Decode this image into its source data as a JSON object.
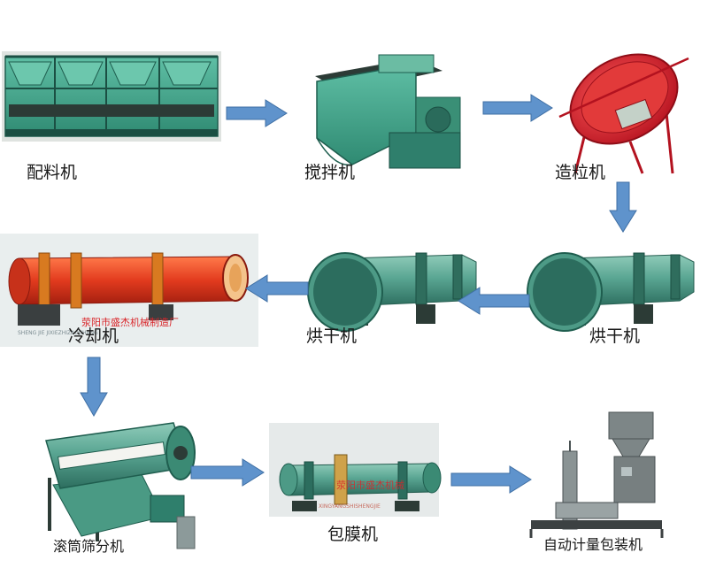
{
  "colors": {
    "arrow_fill": "#5f93cc",
    "arrow_stroke": "#3f6fa4",
    "steel_green": "#5aa693",
    "dark_green": "#2f7f6c",
    "rotary_red": "#e23b1e",
    "pan_red": "#d01c2c",
    "watermark_red": "#d9262a"
  },
  "machines": {
    "batching": {
      "label": "配料机",
      "icon": "batching-machine"
    },
    "mixer": {
      "label": "搅拌机",
      "icon": "mixer-machine"
    },
    "granulator": {
      "label": "造粒机",
      "icon": "disc-granulator"
    },
    "dryer_right": {
      "label": "烘干机",
      "icon": "rotary-dryer"
    },
    "dryer_mid": {
      "label": "烘干机",
      "icon": "rotary-dryer"
    },
    "cooler": {
      "label": "冷却机",
      "icon": "rotary-cooler",
      "watermark_cn": "荥阳市盛杰机械制造厂",
      "watermark_pinyin": "SHENG JIE JIXIEZHIZAOCHANG"
    },
    "screener": {
      "label": "滚筒筛分机",
      "icon": "drum-screener"
    },
    "coater": {
      "label": "包膜机",
      "icon": "coating-machine",
      "watermark_cn": "荥阳市盛杰机械",
      "watermark_pinyin": "XINGYANGSHISHENGJIE"
    },
    "packer": {
      "label": "自动计量包装机",
      "icon": "auto-packing-machine"
    }
  },
  "flow": [
    [
      "batching",
      "mixer"
    ],
    [
      "mixer",
      "granulator"
    ],
    [
      "granulator",
      "dryer_right"
    ],
    [
      "dryer_right",
      "dryer_mid"
    ],
    [
      "dryer_mid",
      "cooler"
    ],
    [
      "cooler",
      "screener"
    ],
    [
      "screener",
      "coater"
    ],
    [
      "coater",
      "packer"
    ]
  ]
}
